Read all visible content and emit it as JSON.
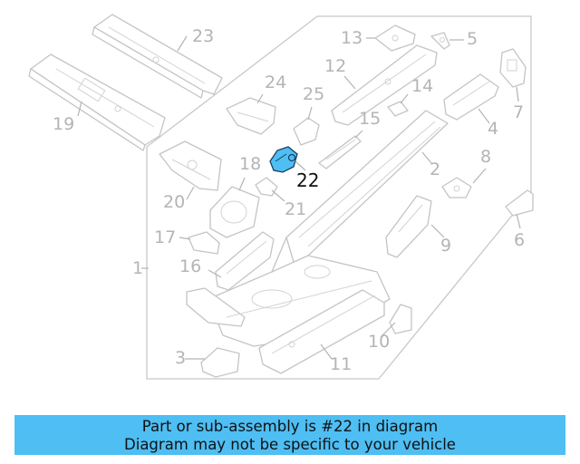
{
  "diagram": {
    "highlight_color": "#4ebef3",
    "callouts": [
      {
        "id": "c1",
        "text": "1"
      },
      {
        "id": "c2",
        "text": "2"
      },
      {
        "id": "c3",
        "text": "3"
      },
      {
        "id": "c4",
        "text": "4"
      },
      {
        "id": "c5",
        "text": "5"
      },
      {
        "id": "c6",
        "text": "6"
      },
      {
        "id": "c7",
        "text": "7"
      },
      {
        "id": "c8",
        "text": "8"
      },
      {
        "id": "c9",
        "text": "9"
      },
      {
        "id": "c10",
        "text": "10"
      },
      {
        "id": "c11",
        "text": "11"
      },
      {
        "id": "c12",
        "text": "12"
      },
      {
        "id": "c13",
        "text": "13"
      },
      {
        "id": "c14",
        "text": "14"
      },
      {
        "id": "c15",
        "text": "15"
      },
      {
        "id": "c16",
        "text": "16"
      },
      {
        "id": "c17",
        "text": "17"
      },
      {
        "id": "c18",
        "text": "18"
      },
      {
        "id": "c19",
        "text": "19"
      },
      {
        "id": "c20",
        "text": "20"
      },
      {
        "id": "c21",
        "text": "21"
      },
      {
        "id": "c22",
        "text": "22",
        "highlighted": true
      },
      {
        "id": "c23",
        "text": "23"
      },
      {
        "id": "c24",
        "text": "24"
      },
      {
        "id": "c25",
        "text": "25"
      }
    ]
  },
  "banner": {
    "line1": "Part or sub-assembly is #22 in diagram",
    "line2": "Diagram may not be specific to your vehicle",
    "background": "#4ebef3"
  }
}
